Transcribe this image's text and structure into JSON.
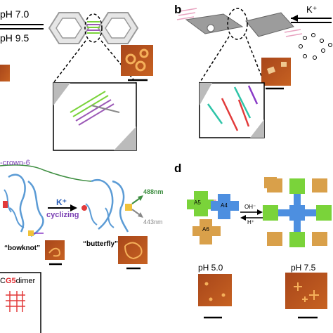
{
  "panel_a": {
    "ph_top": "pH 7.0",
    "ph_bottom": "pH 9.5"
  },
  "panel_b": {
    "letter": "b",
    "ion": "K⁺"
  },
  "panel_c": {
    "crown": "-crown-6",
    "ion": "K⁺",
    "action": "cyclizing",
    "em_green": "488nm",
    "em_grey": "443nm",
    "state_left": "“bowknot”",
    "state_right": "“butterfly”"
  },
  "panel_d": {
    "letter": "d",
    "tile_a5": "A5",
    "tile_a4": "A4",
    "tile_a6": "A6",
    "forward": "OH⁻",
    "reverse": "H⁺",
    "ph_left": "pH 5.0",
    "ph_right": "pH 7.5"
  },
  "panel_e": {
    "prefix": "C",
    "highlight": "G5",
    "suffix": "dimer",
    "highlight_color": "#e0262b"
  },
  "colors": {
    "afm_bg": "#b8521c",
    "afm_feature": "#f5b05a",
    "green": "#7ad33a",
    "blue": "#4d8fe0",
    "orange": "#d9a04a"
  }
}
